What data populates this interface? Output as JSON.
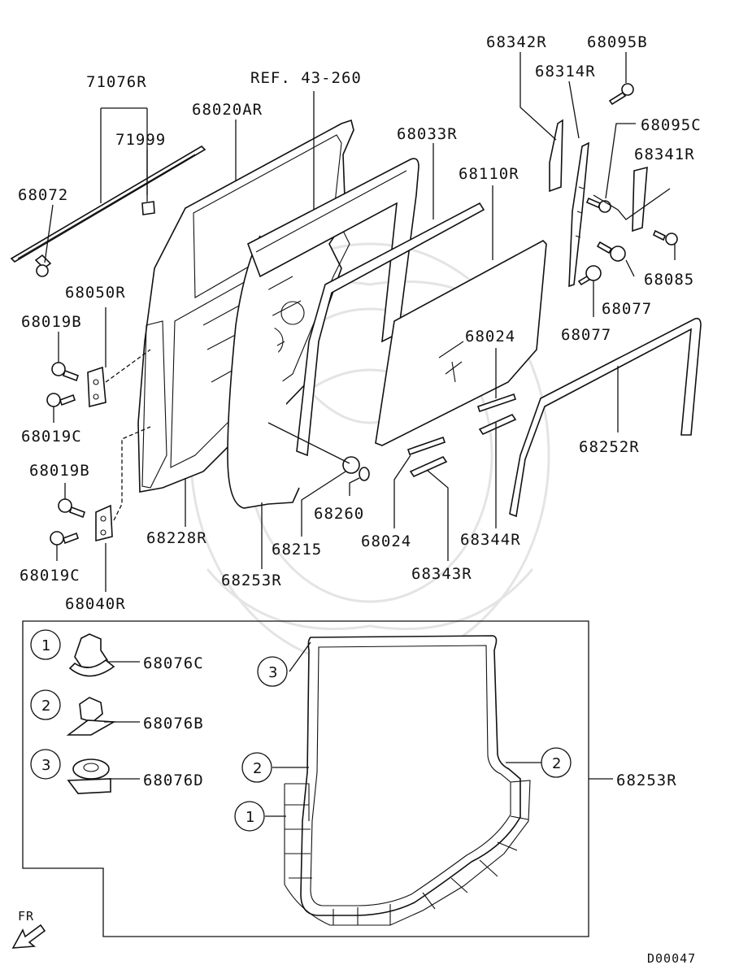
{
  "labels": {
    "p71076R": "71076R",
    "pRef": "REF. 43-260",
    "p68020AR": "68020AR",
    "p71999": "71999",
    "p68072": "68072",
    "p68033R": "68033R",
    "p68110R": "68110R",
    "p68342R": "68342R",
    "p68095B": "68095B",
    "p68314R": "68314R",
    "p68095C": "68095C",
    "p68341R": "68341R",
    "p68085": "68085",
    "p68077a": "68077",
    "p68077b": "68077",
    "p68050R": "68050R",
    "p68019Ba": "68019B",
    "p68019Ca": "68019C",
    "p68019Bb": "68019B",
    "p68019Cb": "68019C",
    "p68040R": "68040R",
    "p68024a": "68024",
    "p68024b": "68024",
    "p68252R": "68252R",
    "p68228R": "68228R",
    "p68260": "68260",
    "p68215": "68215",
    "p68253R": "68253R",
    "p68344R": "68344R",
    "p68343R": "68343R",
    "p68076C": "68076C",
    "p68076B": "68076B",
    "p68076D": "68076D",
    "p68253R_inset": "68253R",
    "fr": "FR",
    "code": "D00047"
  },
  "callouts": {
    "c1": "1",
    "c2": "2",
    "c3": "3",
    "i3": "3",
    "i2a": "2",
    "i2b": "2",
    "i1": "1"
  }
}
